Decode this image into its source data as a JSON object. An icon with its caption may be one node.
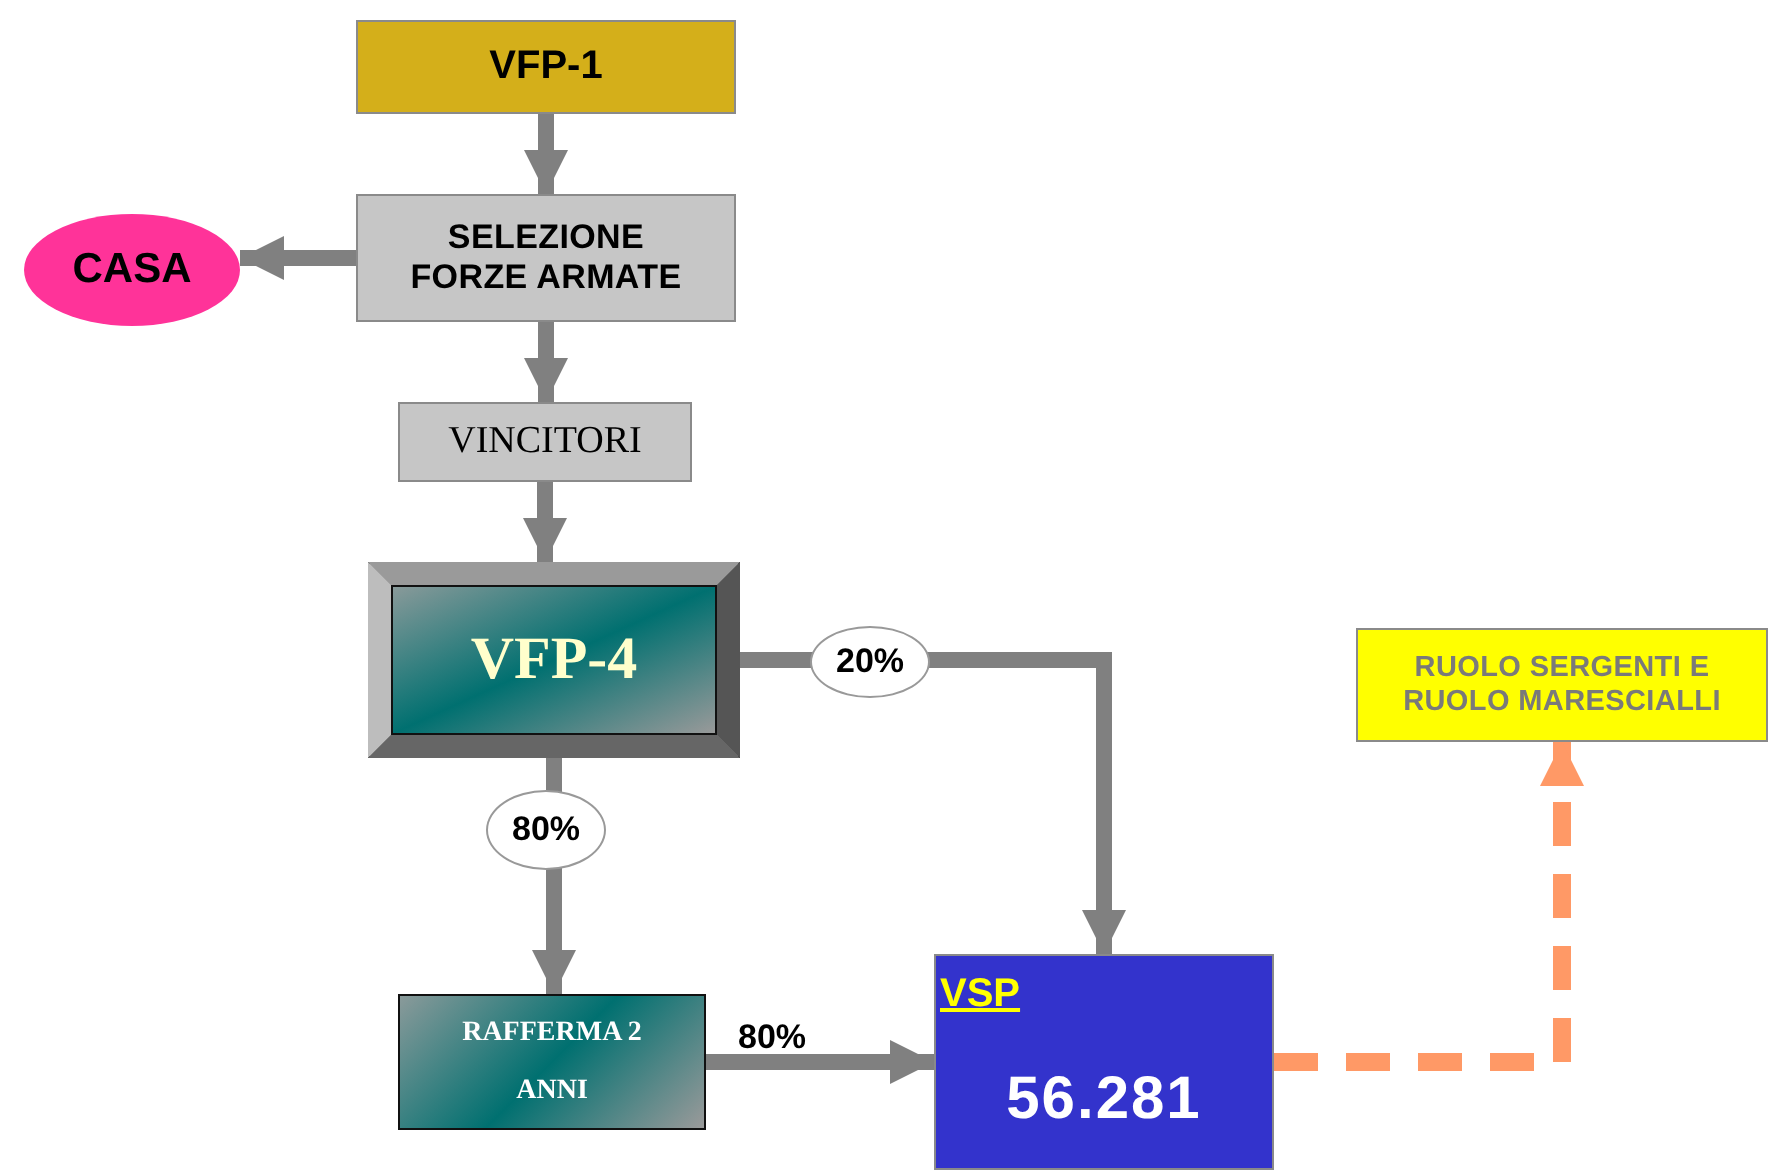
{
  "diagram": {
    "nodes": [
      {
        "text": [
          "VFP-1"
        ]
      },
      {
        "text": [
          "SELEZIONE FORZE ARMATE"
        ]
      },
      {
        "text": [
          "CASA"
        ]
      },
      {
        "text": [
          "VINCITORI"
        ]
      },
      {
        "text": [
          "VFP-4"
        ]
      },
      {
        "text": [
          "RAFFERMA 2 ANNI"
        ]
      },
      {
        "text": [
          "VSP",
          "56.281"
        ]
      },
      {
        "text": [
          "RUOLO SERGENTI E RUOLO MARESCIALLI"
        ]
      }
    ],
    "edges": [
      {
        "from": 0,
        "to": 1,
        "arrow": "to"
      },
      {
        "from": 1,
        "to": 2,
        "arrow": "to"
      },
      {
        "from": 1,
        "to": 3,
        "arrow": "to"
      },
      {
        "from": 3,
        "to": 4,
        "arrow": "to"
      },
      {
        "from": 4,
        "to": 6,
        "arrow": "to",
        "label": "20%"
      },
      {
        "from": 4,
        "to": 5,
        "arrow": "to",
        "label": "80%"
      },
      {
        "from": 5,
        "to": 6,
        "arrow": "to",
        "label": "80%"
      },
      {
        "from": 6,
        "to": 7,
        "arrow": "to",
        "style": "dashed",
        "color": "#ff9966"
      }
    ]
  }
}
